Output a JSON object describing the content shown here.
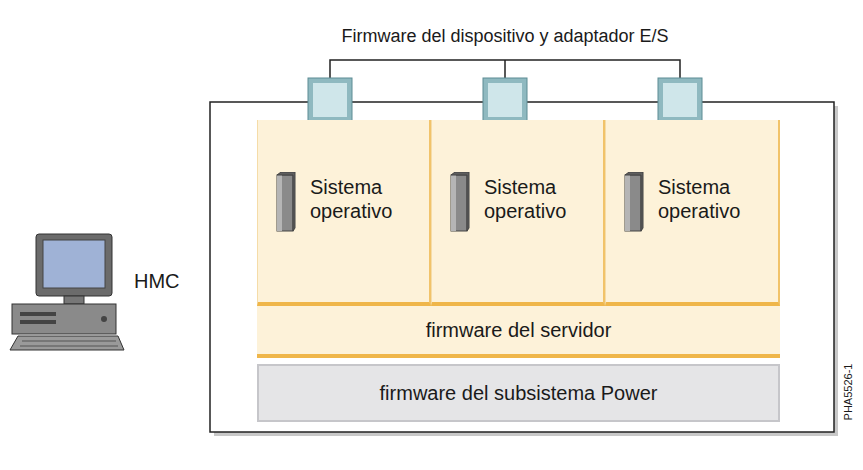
{
  "diagram": {
    "nodes": [
      {
        "text": [
          "Sistema operativo"
        ]
      },
      {
        "text": [
          "Sistema operativo"
        ]
      },
      {
        "text": [
          "Sistema operativo"
        ]
      },
      {
        "text": [
          "firmware del servidor"
        ]
      },
      {
        "text": [
          "firmware del subsistema Power"
        ]
      }
    ],
    "labels": [
      "Firmware del dispositivo y adaptador E/S",
      "HMC",
      "PHA5526-1"
    ]
  }
}
